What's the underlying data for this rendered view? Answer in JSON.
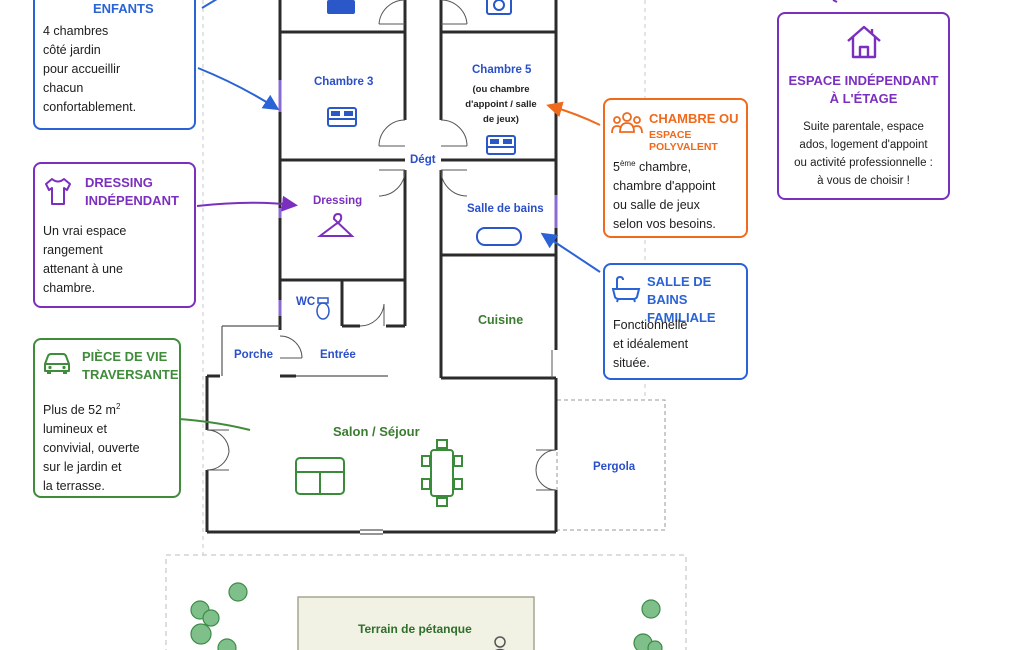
{
  "colors": {
    "blue": "#2a63d6",
    "purple": "#7b2fbf",
    "green": "#3f8c3a",
    "orange": "#f06a1d",
    "walls": "#2b2b2b"
  },
  "callouts": {
    "enfants": {
      "title": "ENFANTS",
      "body": [
        "4 chambres",
        "côté jardin",
        "pour accueillir",
        "chacun",
        "confortablement."
      ]
    },
    "dressing": {
      "title": [
        "DRESSING",
        "INDÉPENDANT"
      ],
      "body": [
        "Un vrai espace",
        "rangement",
        "attenant à une",
        "chambre."
      ],
      "icon": "shirt-icon"
    },
    "piece_de_vie": {
      "title": [
        "PIÈCE DE VIE",
        "TRAVERSANTE"
      ],
      "body_prefix": "Plus de 52 m",
      "body_sup": "2",
      "body": [
        "lumineux et",
        "convivial, ouverte",
        "sur le jardin et",
        "la terrasse."
      ],
      "icon": "car-icon"
    },
    "chambre_polyvalent": {
      "title": "CHAMBRE OU",
      "subtitle": "ESPACE POLYVALENT",
      "body_sup": "ème",
      "body_first": "5",
      "body_first_rest": " chambre,",
      "body": [
        "chambre d'appoint",
        "ou salle de jeux",
        "selon vos besoins."
      ],
      "icon": "people-icon"
    },
    "salle_de_bains": {
      "title": [
        "SALLE DE BAINS",
        "FAMILIALE"
      ],
      "body": [
        "Fonctionnelle",
        "et idéalement",
        "située."
      ],
      "icon": "bathtub-icon"
    },
    "etage": {
      "title": [
        "ESPACE INDÉPENDANT",
        "À L'ÉTAGE"
      ],
      "body": [
        "Suite parentale, espace",
        "ados, logement d'appoint",
        "ou activité professionnelle :",
        "à vous de choisir !"
      ],
      "icon": "house-icon"
    }
  },
  "rooms": {
    "chambre3": "Chambre 3",
    "chambre5": "Chambre 5",
    "chambre5_note": [
      "(ou chambre",
      "d'appoint / salle",
      "de jeux)"
    ],
    "degt": "Dégt",
    "dressing": "Dressing",
    "salle_de_bains": "Salle de bains",
    "wc": "WC",
    "cuisine": "Cuisine",
    "porche": "Porche",
    "entree": "Entrée",
    "salon": "Salon / Séjour",
    "pergola": "Pergola",
    "petanque": "Terrain de pétanque"
  }
}
